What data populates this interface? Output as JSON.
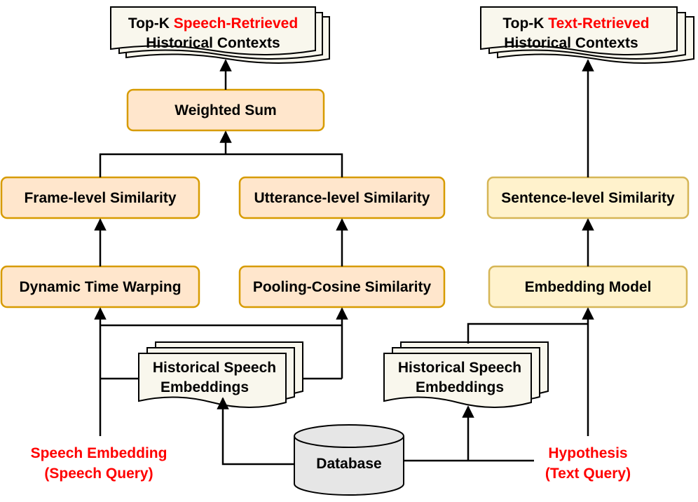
{
  "speech_branch": {
    "output": {
      "line1_prefix": "Top-K ",
      "line1_highlight": "Speech-Retrieved",
      "line2": "Historical Contexts"
    },
    "weighted_sum": "Weighted Sum",
    "frame_similarity": "Frame-level Similarity",
    "utterance_similarity": "Utterance-level Similarity",
    "dtw": "Dynamic Time Warping",
    "pooling_cosine": "Pooling-Cosine Similarity",
    "historical": {
      "line1": "Historical Speech",
      "line2": "Embeddings"
    },
    "query": {
      "line1": "Speech Embedding",
      "line2": "(Speech Query)"
    }
  },
  "text_branch": {
    "output": {
      "line1_prefix": "Top-K ",
      "line1_highlight": "Text-Retrieved",
      "line2": "Historical Contexts"
    },
    "sentence_similarity": "Sentence-level Similarity",
    "embedding_model": "Embedding Model",
    "historical": {
      "line1": "Historical Speech",
      "line2": "Embeddings"
    },
    "query": {
      "line1": "Hypothesis",
      "line2": "(Text Query)"
    }
  },
  "database": "Database",
  "colors": {
    "orange_fill": "#ffe6cc",
    "orange_stroke": "#d79b00",
    "yellow_fill": "#fff2cc",
    "yellow_stroke": "#d6b656",
    "doc_fill": "#f9f7ed",
    "highlight": "#ff0000",
    "db_fill": "#e6e6e6"
  }
}
